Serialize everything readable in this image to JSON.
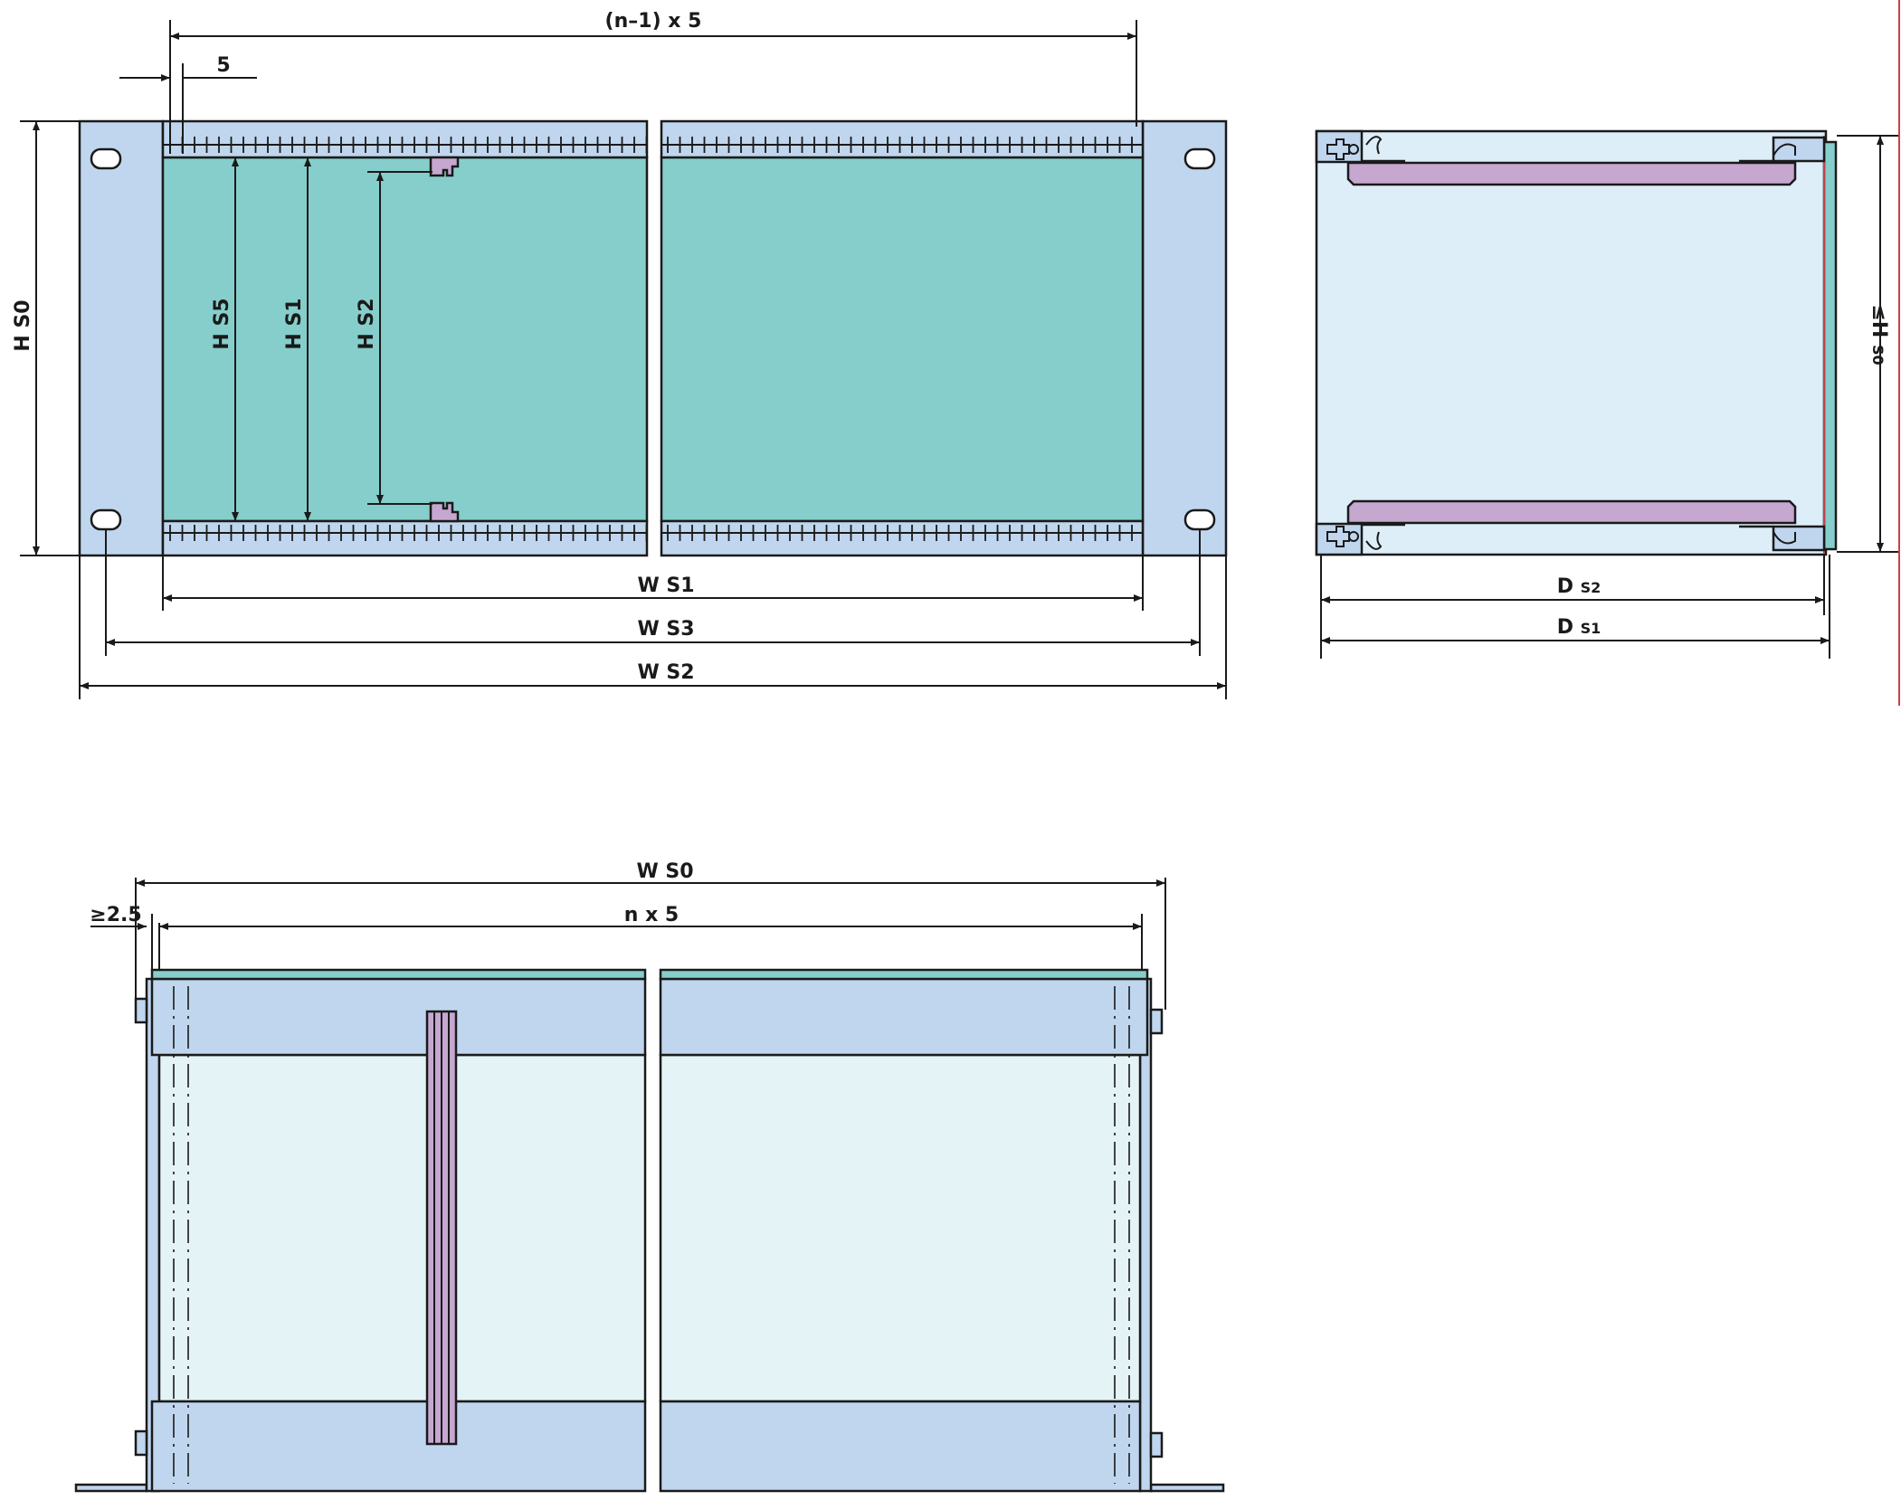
{
  "colors": {
    "rail": "#c0d6ee",
    "board": "#86cecb",
    "side_fill": "#ddeef8",
    "bottom_fill": "#e4f3f6",
    "guide": "#c6a7d0",
    "line": "#1a1a1a",
    "accent_edge": "#c7424a"
  },
  "front_view": {
    "dim_pitch_n1": "(n–1) x 5",
    "dim_5": "5",
    "dim_hs0": "H S0",
    "dim_hs5": "H S5",
    "dim_hs1": "H S1",
    "dim_hs2": "H S2",
    "dim_ws1": "W S1",
    "dim_ws3": "W S3",
    "dim_ws2": "W S2"
  },
  "side_view": {
    "dim_ds2_main": "D",
    "dim_ds2_sub": "S2",
    "dim_ds1_main": "D",
    "dim_ds1_sub": "S1",
    "dim_hs0_main": "≤H",
    "dim_hs0_sub": "S0"
  },
  "bottom_view": {
    "dim_ws0": "W S0",
    "dim_n5": "n x 5",
    "dim_25": "≥2.5"
  }
}
